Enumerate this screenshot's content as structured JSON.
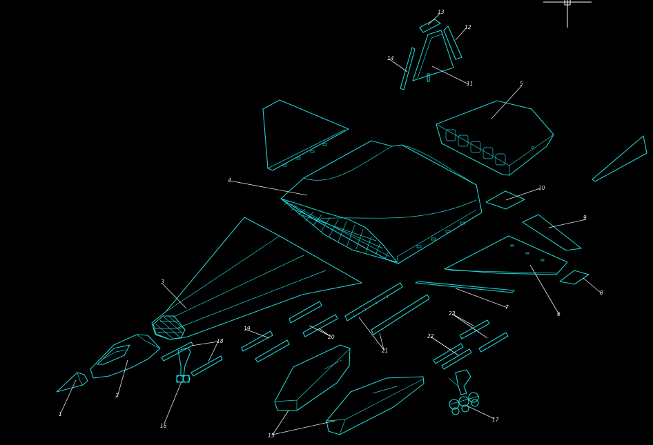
{
  "drawing": {
    "background": "#000000",
    "line_color": "#1fd3d3",
    "leader_color": "#e8e8e8",
    "callouts": [
      "1",
      "2",
      "3",
      "4",
      "5",
      "6",
      "7",
      "8",
      "9",
      "10",
      "11",
      "12",
      "13",
      "14",
      "15",
      "16",
      "17",
      "18",
      "19",
      "20",
      "21",
      "22",
      "23"
    ]
  },
  "labels": {
    "l1": "1",
    "l2": "2",
    "l3": "3",
    "l4": "4",
    "l5": "5",
    "l6": "6",
    "l7": "7",
    "l8": "8",
    "l9": "9",
    "l10": "10",
    "l11": "11",
    "l12": "12",
    "l13": "13",
    "l14": "14",
    "l15": "15",
    "l16": "16",
    "l17": "17",
    "l18": "18",
    "l19": "19",
    "l20": "20",
    "l21": "21",
    "l22": "22",
    "l23": "23"
  }
}
